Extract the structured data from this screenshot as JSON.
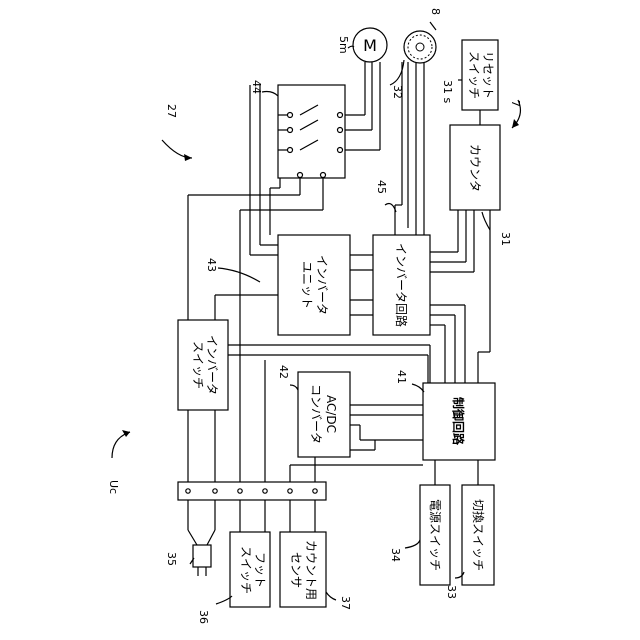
{
  "blocks": {
    "inverter_switch": {
      "line1": "インバータ",
      "line2": "スイッチ"
    },
    "inverter_unit": {
      "line1": "インバータ",
      "line2": "ユニット"
    },
    "inverter_circuit": {
      "text": "インバータ回路"
    },
    "acdc_converter": {
      "line1": "AC/DC",
      "line2": "コンバータ"
    },
    "control_circuit": {
      "text": "制御回路"
    },
    "counter": {
      "text": "カウンタ"
    },
    "reset_switch": {
      "line1": "リセット",
      "line2": "スイッチ"
    },
    "power_switch": {
      "text": "電源スイッチ"
    },
    "changeover_switch": {
      "text": "切換スイッチ"
    },
    "foot_switch": {
      "line1": "フット",
      "line2": "スイッチ"
    },
    "count_sensor": {
      "line1": "カウント用",
      "line2": "センサ"
    },
    "motor": {
      "symbol": "M"
    }
  },
  "refs": {
    "r27": "27",
    "r44": "44",
    "r5m": "5m",
    "r8": "8",
    "r32": "32",
    "r31s": "31 s",
    "r7": "7",
    "r45": "45",
    "r43": "43",
    "r31": "31",
    "r42": "42",
    "r41": "41",
    "rUc": "Uc",
    "r35": "35",
    "r34": "34",
    "r33": "33",
    "r36": "36",
    "r37": "37"
  }
}
